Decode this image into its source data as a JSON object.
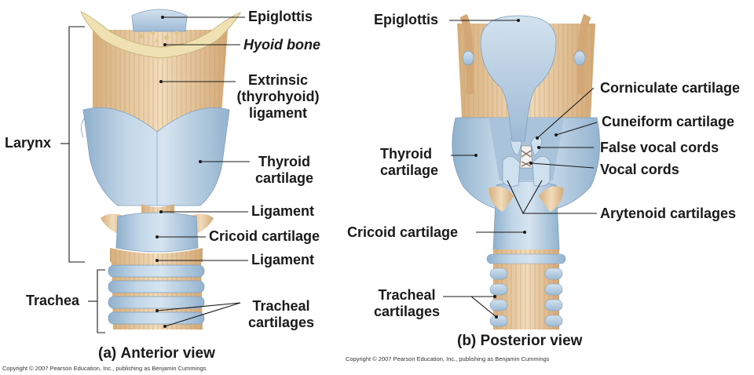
{
  "colors": {
    "cartilage": "#b9cfe2",
    "cartilage_dark": "#8fb0cc",
    "cartilage_light": "#dbe7f1",
    "ligament": "#e6c9a0",
    "ligament_dark": "#c89a64",
    "bone": "#eedfae",
    "leader": "#1a1a1a"
  },
  "anterior": {
    "labels": {
      "epiglottis": "Epiglottis",
      "hyoid_bone": "Hyoid bone",
      "extrinsic_ligament": "Extrinsic\n(thyrohyoid)\nligament",
      "thyroid_cartilage": "Thyroid\ncartilage",
      "ligament_upper": "Ligament",
      "cricoid_cartilage": "Cricoid cartilage",
      "ligament_lower": "Ligament",
      "tracheal_cartilages": "Tracheal\ncartilages",
      "larynx": "Larynx",
      "trachea": "Trachea"
    },
    "caption_letter": "(a)",
    "caption_text": "Anterior view",
    "copyright": "Copyright © 2007 Pearson Education, Inc., publishing as Benjamin Cummings"
  },
  "posterior": {
    "labels": {
      "epiglottis": "Epiglottis",
      "corniculate_cartilage": "Corniculate cartilage",
      "cuneiform_cartilage": "Cuneiform cartilage",
      "false_vocal_cords": "False vocal cords",
      "vocal_cords": "Vocal cords",
      "thyroid_cartilage": "Thyroid\ncartilage",
      "arytenoid_cartilages": "Arytenoid cartilages",
      "cricoid_cartilage": "Cricoid cartilage",
      "tracheal_cartilages": "Tracheal\ncartilages"
    },
    "caption_letter": "(b)",
    "caption_text": "Posterior view",
    "copyright": "Copyright © 2007 Pearson Education, Inc., publishing as Benjamin Cummings"
  }
}
